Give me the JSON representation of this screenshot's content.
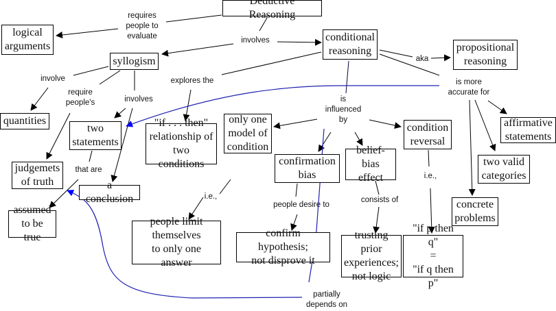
{
  "diagram": {
    "title": "Deductive Reasoning concept map",
    "colors": {
      "link": "#000000",
      "cross_link": "#2020b0",
      "cross_arrow": "#0000ff"
    },
    "concepts": {
      "deductive_reasoning": "Deductive Reasoning",
      "logical_arguments": "logical\narguments",
      "syllogism": "syllogism",
      "conditional_reasoning": "conditional\nreasoning",
      "propositional_reasoning": "propositional\nreasoning",
      "quantities": "quantities",
      "two_statements": "two\nstatements",
      "if_then": "\"if . . . then\"\nrelationship of\ntwo conditions",
      "only_one_model": "only one\nmodel of\ncondition",
      "confirmation_bias": "confirmation\nbias",
      "belief_bias": "belief-bias\neffect",
      "condition_reversal": "condition\nreversal",
      "affirmative_statements": "affirmative\nstatements",
      "two_valid_categories": "two valid\ncategories",
      "concrete_problems": "concrete\nproblems",
      "judgements_of_truth": "judgemets\nof truth",
      "a_conclusion": "a conclusion",
      "assumed_true": "assumed\nto be true",
      "people_limit": "people limit\nthemselves\nto only one answer",
      "confirm_hypothesis": "confirm hypothesis;\nnot disprove it",
      "trusting_prior": "trusting prior\nexperiences;\nnot logic",
      "if_p_then_q": "\"if p then q\"\n=\n\"if q then p\""
    },
    "link_labels": {
      "requires_people": "requires\npeople to\nevaluate",
      "involves_top": "involves",
      "aka": "aka",
      "is_more_accurate": "is more\naccurate for",
      "involve": "involve",
      "require_peoples": "require\npeople's",
      "involves_syllogism": "involves",
      "explores_the": "explores the",
      "is_influenced_by": "is\ninfluenced\nby",
      "that_are": "that are",
      "ie_1": "i.e.,",
      "people_desire_to": "people desire to",
      "consists_of": "consists of",
      "ie_2": "i.e.,",
      "partially_depends_on": "partially\ndepends on"
    }
  }
}
